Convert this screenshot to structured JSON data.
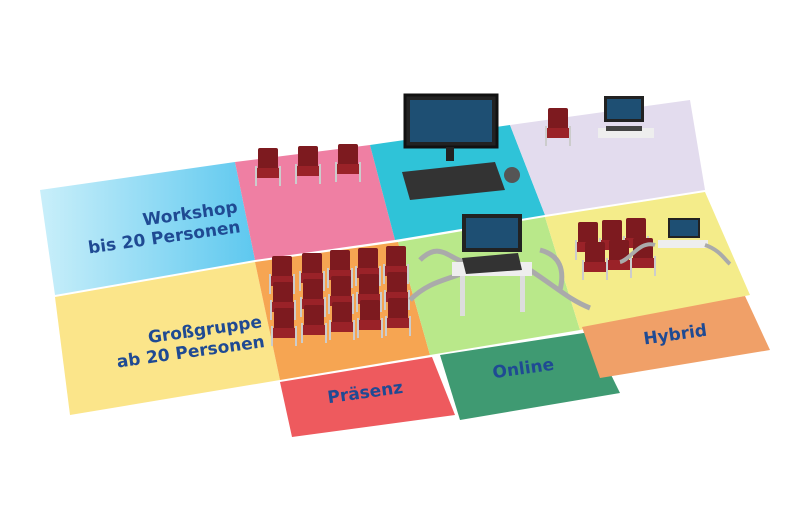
{
  "labels": {
    "workshop_line1": "Workshop",
    "workshop_line2": "bis 20 Personen",
    "grossgruppe_line1": "Großgruppe",
    "grossgruppe_line2": "ab 20 Personen",
    "praesenz": "Präsenz",
    "online": "Online",
    "hybrid": "Hybrid"
  },
  "colors": {
    "workshop": "#7fd3f0",
    "grossgruppe": "#fbe58a",
    "praesenz": "#ee5a5e",
    "online": "#3f9a72",
    "hybrid": "#f0a068",
    "text": "#1f4a93",
    "chair": "#7d1a1f"
  }
}
